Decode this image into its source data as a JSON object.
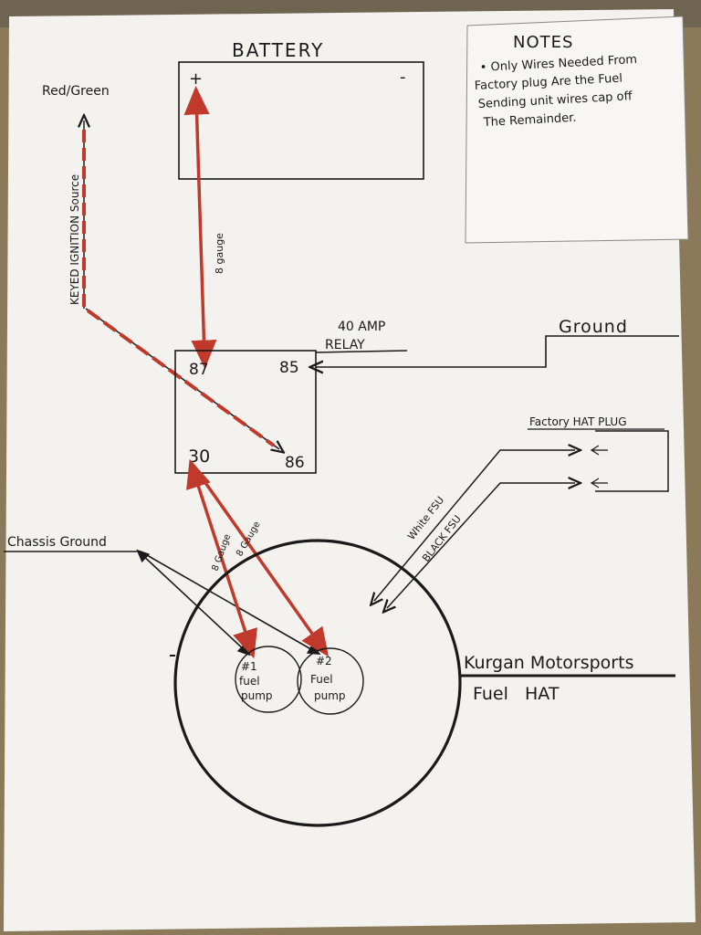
{
  "battery": {
    "title": "BATTERY",
    "plus": "+",
    "minus": "-"
  },
  "notes": {
    "title": "NOTES",
    "lines": [
      "• Only Wires Needed From",
      "Factory  plug Are the Fuel",
      "Sending unit wires cap off",
      "The Remainder."
    ]
  },
  "ignition": {
    "wire_color": "Red/Green",
    "source_label": "KEYED IGNITION Source"
  },
  "wire_gauge_battery": "8 gauge",
  "relay": {
    "title_line1": "40 AMP",
    "title_line2": "RELAY",
    "pin_87": "87",
    "pin_85": "85",
    "pin_30": "30",
    "pin_86": "86"
  },
  "ground_label": "Ground",
  "factory_plug_label": "Factory HAT PLUG",
  "fsu_white": "White FSU",
  "fsu_black": "BLACK FSU",
  "chassis_ground": "Chassis Ground",
  "gauge_pump1": "8 Gauge",
  "gauge_pump2": "8 Gauge",
  "pump1": {
    "line1": "#1",
    "line2": "fuel",
    "line3": "pump"
  },
  "pump2": {
    "line1": "#2",
    "line2": "Fuel",
    "line3": "pump"
  },
  "hat": {
    "brand": "Kurgan Motorsports",
    "name": "Fuel   HAT"
  },
  "colors": {
    "paper": "#f3f2ee",
    "ink": "#1a1a1a",
    "red_wire": "#c0392b",
    "backdrop": "#8a7a5a"
  }
}
